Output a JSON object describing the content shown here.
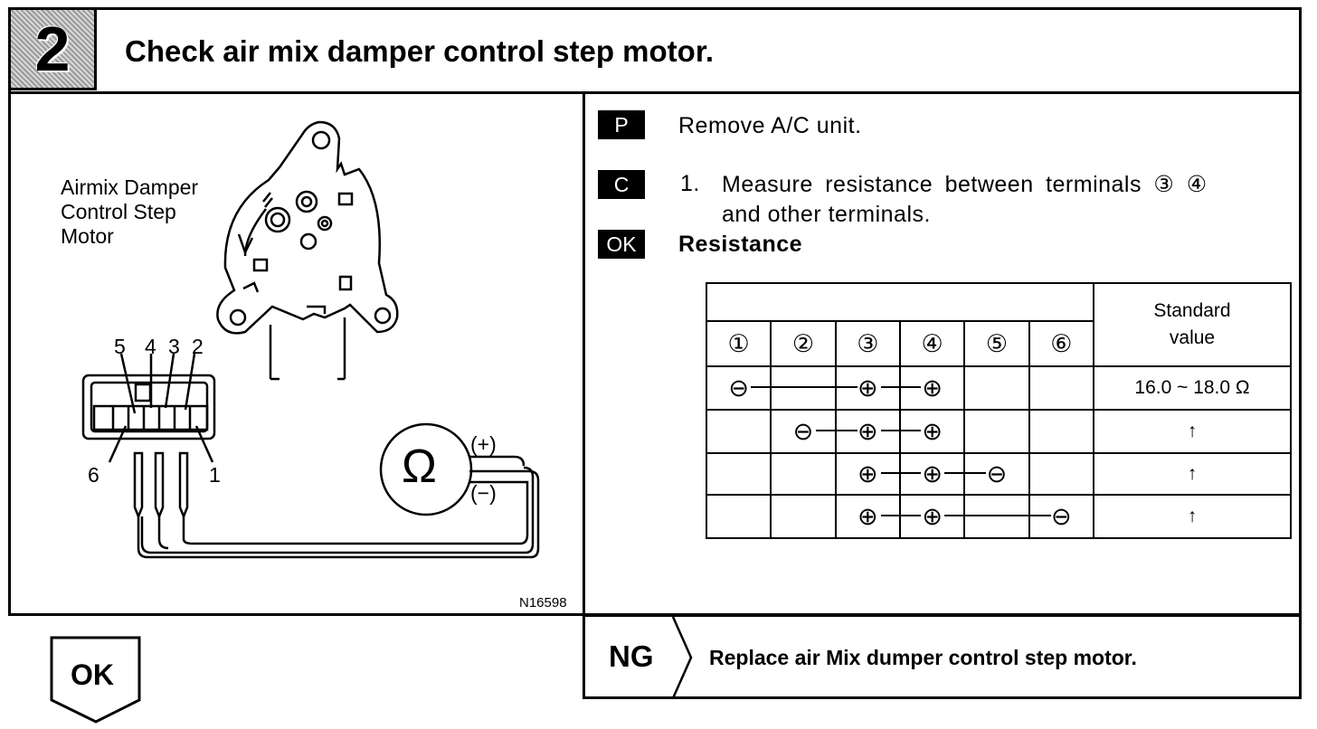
{
  "header": {
    "step_number": "2",
    "title": "Check air mix damper control step motor."
  },
  "diagram": {
    "component_label_lines": [
      "Airmix Damper",
      "Control Step",
      "Motor"
    ],
    "connector_top_pins": [
      "5",
      "4",
      "3",
      "2"
    ],
    "connector_bottom_left_pin": "6",
    "connector_bottom_right_pin": "1",
    "meter_symbol": "Ω",
    "meter_plus": "(+)",
    "meter_minus": "(−)",
    "figure_code": "N16598"
  },
  "procedure": {
    "p_tag": "P",
    "p_text": "Remove A/C unit.",
    "c_tag": "C",
    "c_number": "1.",
    "c_text_line1": "Measure resistance between terminals ③ ④",
    "c_text_line2": "and other terminals.",
    "ok_tag": "OK",
    "ok_text": "Resistance"
  },
  "table": {
    "terminals": [
      "①",
      "②",
      "③",
      "④",
      "⑤",
      "⑥"
    ],
    "standard_header_line1": "Standard",
    "standard_header_line2": "value",
    "rows": [
      {
        "marks": [
          "⊖",
          "",
          "⊕",
          "⊕",
          "",
          ""
        ],
        "value": "16.0 ~ 18.0 Ω"
      },
      {
        "marks": [
          "",
          "⊖",
          "⊕",
          "⊕",
          "",
          ""
        ],
        "value": "↑"
      },
      {
        "marks": [
          "",
          "",
          "⊕",
          "⊕",
          "⊖",
          ""
        ],
        "value": "↑"
      },
      {
        "marks": [
          "",
          "",
          "⊕",
          "⊕",
          "",
          "⊖"
        ],
        "value": "↑"
      }
    ]
  },
  "result_ok": {
    "label": "OK"
  },
  "result_ng": {
    "label": "NG",
    "text": "Replace air Mix dumper control step motor."
  }
}
